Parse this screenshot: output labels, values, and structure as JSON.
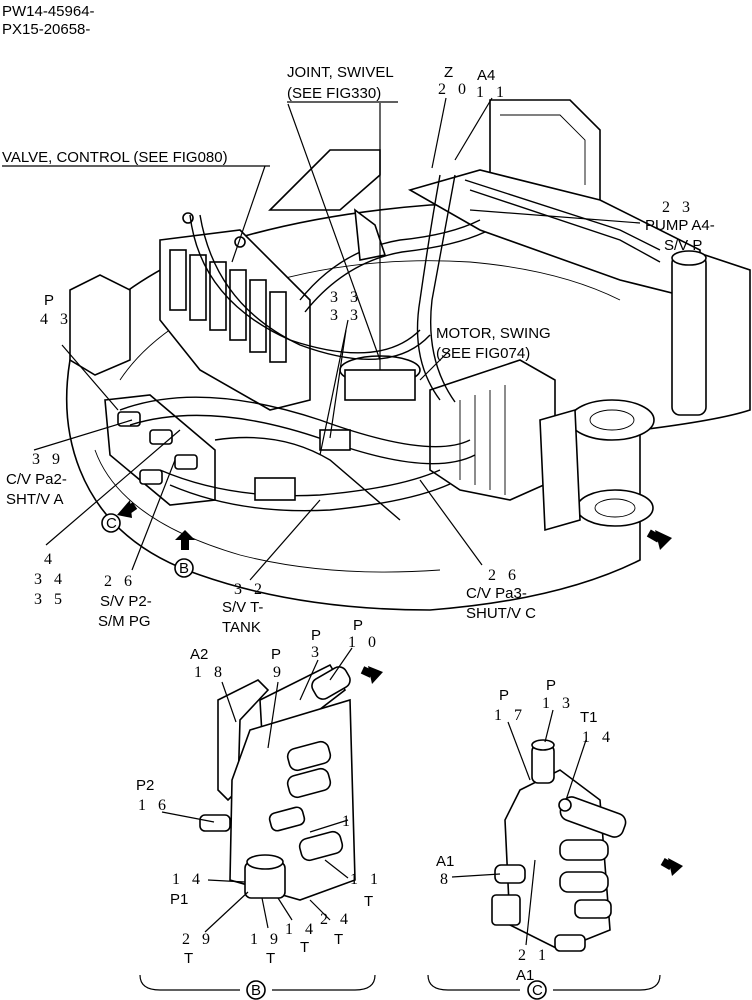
{
  "header": {
    "serial_1": "PW14-45964-",
    "serial_2": "PX15-20658-"
  },
  "labels": {
    "swivel_1": "JOINT, SWIVEL",
    "swivel_2": "(SEE FIG330)",
    "valve_control": "VALVE, CONTROL (SEE FIG080)",
    "z_letter": "Z",
    "z_num": "2 0",
    "a4_letter": "A4",
    "a4_num": "1 1",
    "pump_num": "2 3",
    "pump_1": "PUMP A4-",
    "pump_2": "S/V P",
    "p_letter": "P",
    "p_num": "4 3",
    "motor_1": "MOTOR, SWING",
    "motor_2": "(SEE FIG074)",
    "n33a": "3 3",
    "n33b": "3 3",
    "cv_a_num": "3 9",
    "cv_a_1": "C/V Pa2-",
    "cv_a_2": "SHT/V A",
    "view_c": "C",
    "view_b": "B",
    "n4": "4",
    "n34": "3 4",
    "n35": "3 5",
    "svp2_num": "2 6",
    "svp2_1": "S/V P2-",
    "svp2_2": "S/M PG",
    "svt_num": "3 2",
    "svt_1": "S/V T-",
    "svt_2": "TANK",
    "cvc_num": "2 6",
    "cvc_1": "C/V Pa3-",
    "cvc_2": "SHUT/V C",
    "b_a2": "A2",
    "b_18": "1 8",
    "b_p3": "P",
    "b_3": "3",
    "b_p10": "P",
    "b_10": "1 0",
    "b_p9": "P",
    "b_9": "9",
    "b_p2": "P2",
    "b_16": "1 6",
    "b_1": "1",
    "b_14": "1 4",
    "b_p1": "P1",
    "b_11": "1 1",
    "b_t11": "T",
    "b_24": "2 4",
    "b_t24": "T",
    "b_14b": "1 4",
    "b_t14": "T",
    "b_19": "1 9",
    "b_t19": "T",
    "b_29": "2 9",
    "b_t29": "T",
    "c_p17": "P",
    "c_17": "1 7",
    "c_p13": "P",
    "c_13": "1 3",
    "c_t1": "T1",
    "c_14": "1 4",
    "c_a1a": "A1",
    "c_8": "8",
    "c_21": "2 1",
    "c_a1b": "A1",
    "bracket_b": "B",
    "bracket_c": "C"
  }
}
